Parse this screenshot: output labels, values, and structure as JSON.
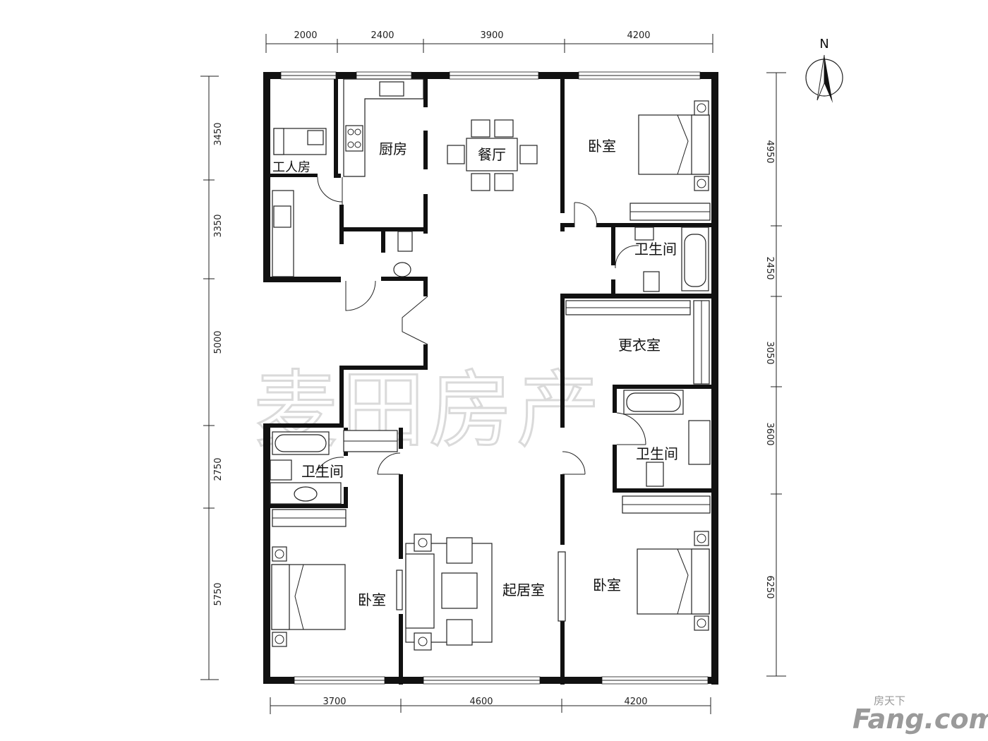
{
  "dimensions": {
    "top": [
      "2000",
      "2400",
      "3900",
      "4200"
    ],
    "bottom": [
      "3700",
      "4600",
      "4200"
    ],
    "left": [
      "3450",
      "3350",
      "5000",
      "2750",
      "5750"
    ],
    "right": [
      "4950",
      "2450",
      "3050",
      "3600",
      "6250"
    ]
  },
  "rooms": {
    "kitchen": "厨房",
    "dining": "餐厅",
    "maid_room": "工人房",
    "bedroom_ne": "卧室",
    "bath_ne": "卫生间",
    "closet": "更衣室",
    "bath_e": "卫生间",
    "bath_w": "卫生间",
    "bedroom_sw": "卧室",
    "living": "起居室",
    "bedroom_se": "卧室"
  },
  "compass": {
    "label": "N"
  },
  "watermark": {
    "text": "麦田房产"
  },
  "logo": {
    "main": "Fang.com",
    "sub": "房天下"
  }
}
